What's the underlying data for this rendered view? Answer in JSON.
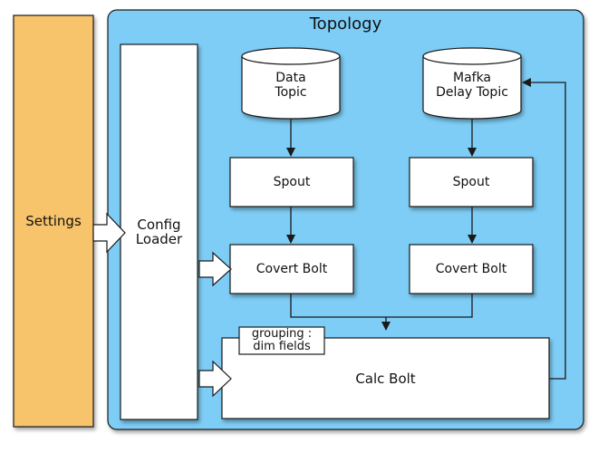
{
  "diagram": {
    "title": "Topology",
    "settings": "Settings",
    "config_loader": "Config\nLoader",
    "data_topic": "Data\nTopic",
    "mafka_topic": "Mafka\nDelay Topic",
    "spout_left": "Spout",
    "spout_right": "Spout",
    "covert_bolt_left": "Covert Bolt",
    "covert_bolt_right": "Covert Bolt",
    "grouping_note": "grouping :\ndim fields",
    "calc_bolt": "Calc Bolt"
  },
  "colors": {
    "topology_fill": "#7ecdf6",
    "settings_fill": "#f7c46c",
    "box_fill": "#ffffff",
    "stroke": "#1a1a1a"
  }
}
